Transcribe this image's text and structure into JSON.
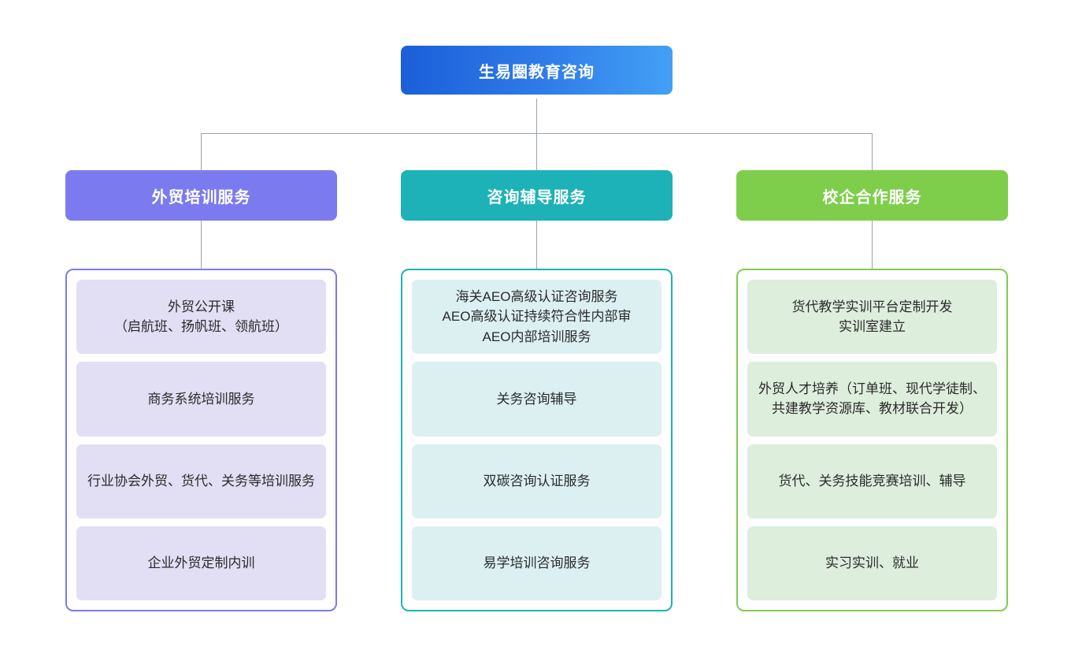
{
  "diagram": {
    "type": "organizational-tree",
    "root": {
      "label": "生易圈教育咨询",
      "color_start": "#1b5fd9",
      "color_end": "#43a0f5"
    },
    "columns": [
      {
        "header": "外贸培训服务",
        "accent": "#7b7bef",
        "item_fill": "#e2def4",
        "items": [
          "外贸公开课\n（启航班、扬帆班、领航班）",
          "商务系统培训服务",
          "行业协会外贸、货代、关务等培训服务",
          "企业外贸定制内训"
        ]
      },
      {
        "header": "咨询辅导服务",
        "accent": "#1cb2b8",
        "item_fill": "#dcf0f2",
        "items": [
          "海关AEO高级认证咨询服务\nAEO高级认证持续符合性内部审\nAEO内部培训服务",
          "关务咨询辅导",
          "双碳咨询认证服务",
          "易学培训咨询服务"
        ]
      },
      {
        "header": "校企合作服务",
        "accent": "#7ece4c",
        "item_fill": "#ddeedc",
        "items": [
          "货代教学实训平台定制开发\n实训室建立",
          "外贸人才培养（订单班、现代学徒制、共建教学资源库、教材联合开发）",
          "货代、关务技能竞赛培训、辅导",
          "实习实训、就业"
        ]
      }
    ],
    "connector_color": "#9aa3ad"
  }
}
